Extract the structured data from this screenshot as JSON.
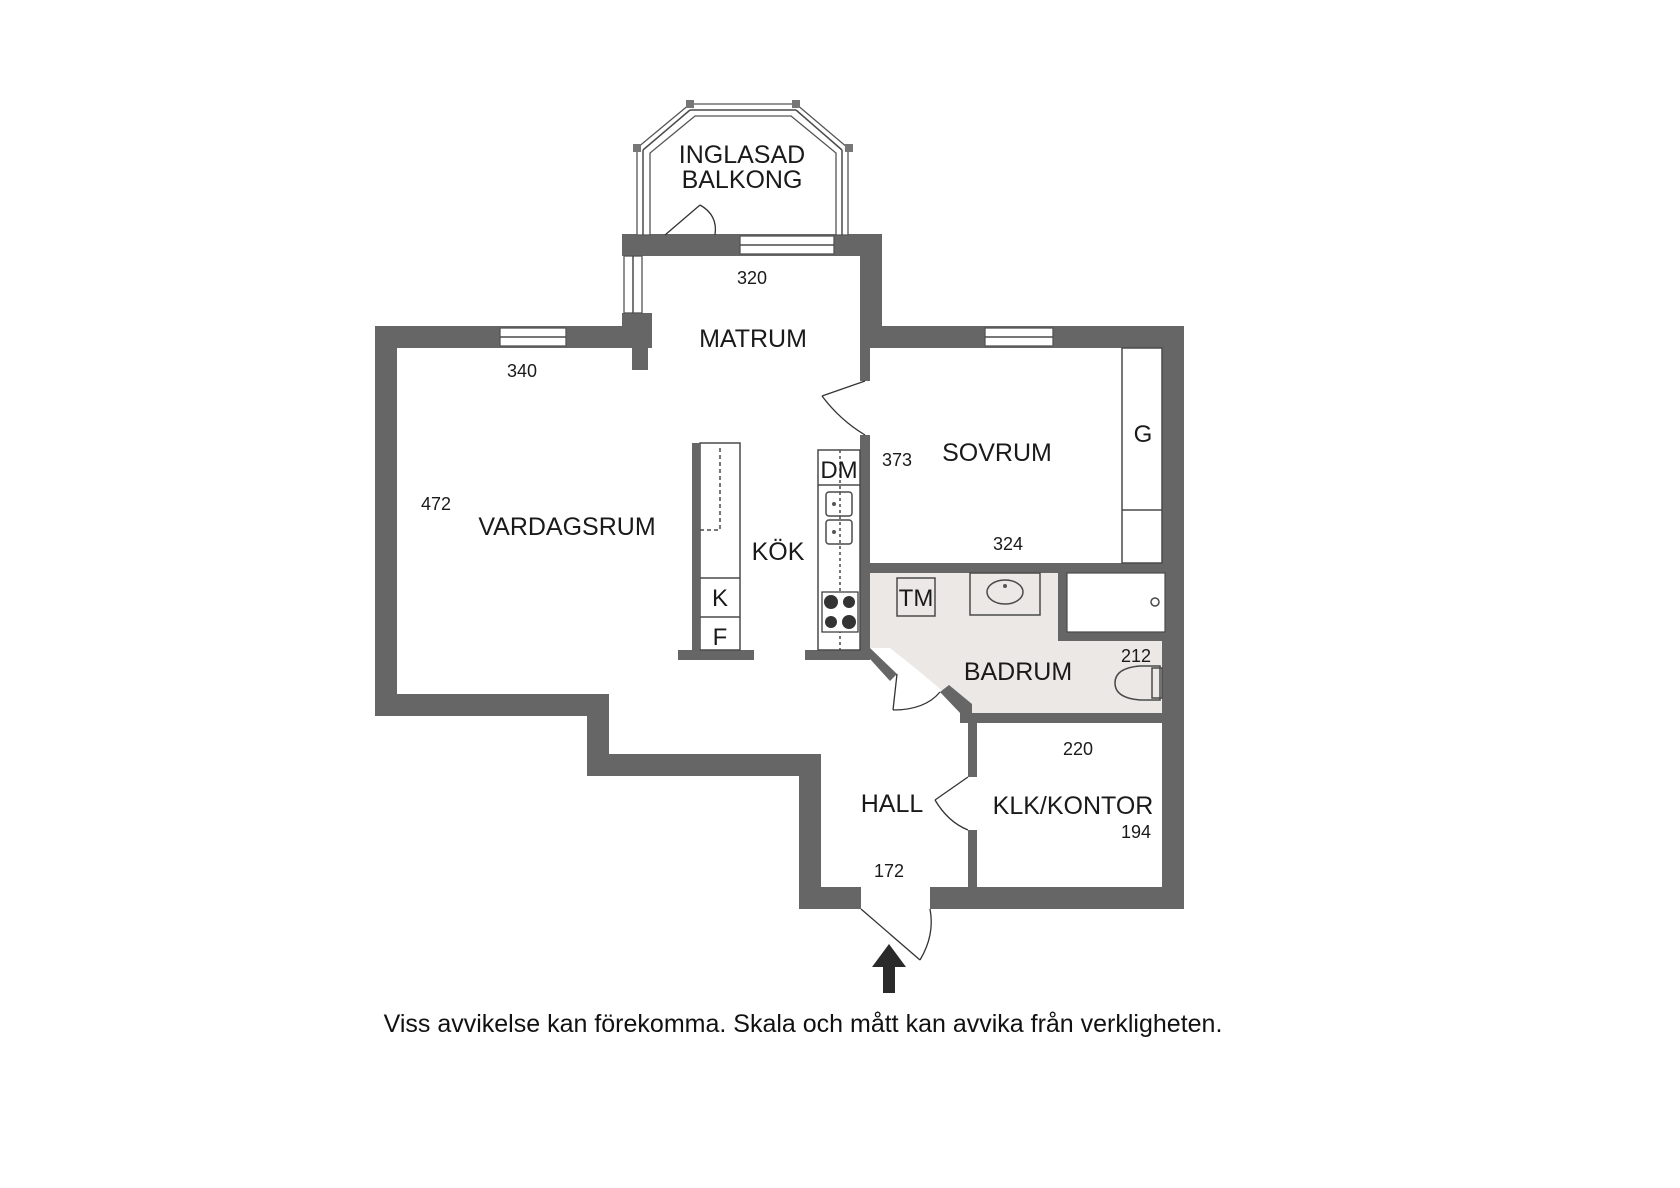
{
  "rooms": {
    "balcony": [
      "INGLASAD",
      "BALKONG"
    ],
    "dining": "MATRUM",
    "living": "VARDAGSRUM",
    "kitchen": "KÖK",
    "bedroom": "SOVRUM",
    "bathroom": "BADRUM",
    "hall": "HALL",
    "closet_office": "KLK/KONTOR"
  },
  "dimensions": {
    "dining_width": "320",
    "living_width": "340",
    "living_depth": "472",
    "bedroom_depth": "373",
    "bedroom_width": "324",
    "bathroom_width": "212",
    "office_width": "220",
    "office_depth": "194",
    "hall_width": "172"
  },
  "fixtures": {
    "dishwasher": "DM",
    "fridge": "K",
    "freezer": "F",
    "washing_machine": "TM",
    "wardrobe": "G"
  },
  "disclaimer": "Viss avvikelse kan förekomma. Skala och mått kan avvika från verkligheten.",
  "colors": {
    "wall": "#666666",
    "bathroom_floor": "#ece8e5",
    "line": "#4a4a4a"
  }
}
